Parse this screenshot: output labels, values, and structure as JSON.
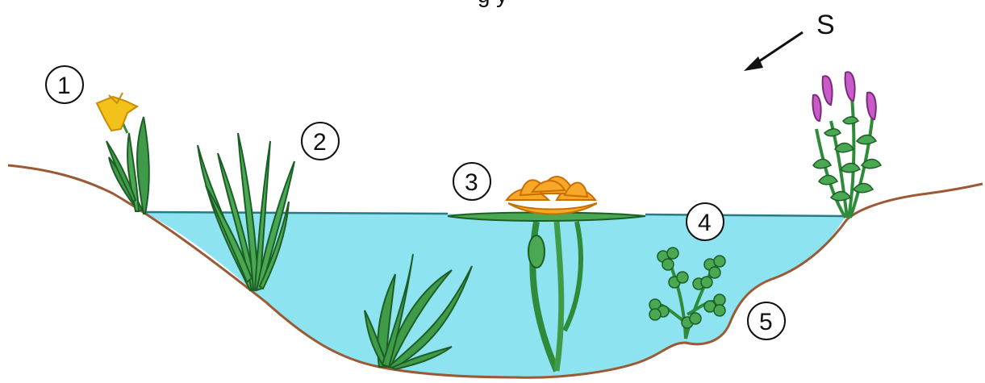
{
  "title": "g     y",
  "compass": {
    "letter": "S"
  },
  "zone_labels": [
    "1",
    "2",
    "3",
    "4",
    "5"
  ],
  "colors": {
    "water": "#8EE3F0",
    "bank": "#9B5A35",
    "plant_green": "#2E8B3A",
    "flower_yellow": "#F2C21B",
    "lily_orange": "#F7A828",
    "loosestrife_purple": "#C85BC8"
  }
}
